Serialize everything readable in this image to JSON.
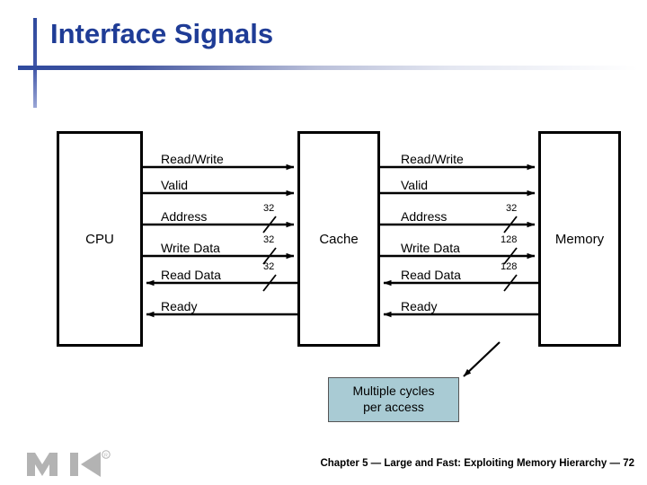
{
  "slide": {
    "title": "Interface Signals",
    "footer": "Chapter 5 — Large and Fast: Exploiting Memory Hierarchy — 72",
    "logo_alt": "mk-logo",
    "accent_color": "#1F3C96",
    "callout_fill": "#A9CBD4"
  },
  "diagram": {
    "units": [
      {
        "id": "cpu",
        "label": "CPU"
      },
      {
        "id": "cache",
        "label": "Cache"
      },
      {
        "id": "memory",
        "label": "Memory"
      }
    ],
    "left_bus": {
      "from": "CPU",
      "to": "Cache",
      "signals": [
        {
          "label": "Read/Write",
          "width": "",
          "direction": "right"
        },
        {
          "label": "Valid",
          "width": "",
          "direction": "right"
        },
        {
          "label": "Address",
          "width": "32",
          "direction": "right"
        },
        {
          "label": "Write Data",
          "width": "32",
          "direction": "right"
        },
        {
          "label": "Read Data",
          "width": "32",
          "direction": "left"
        },
        {
          "label": "Ready",
          "width": "",
          "direction": "left"
        }
      ]
    },
    "right_bus": {
      "from": "Cache",
      "to": "Memory",
      "signals": [
        {
          "label": "Read/Write",
          "width": "",
          "direction": "right"
        },
        {
          "label": "Valid",
          "width": "",
          "direction": "right"
        },
        {
          "label": "Address",
          "width": "32",
          "direction": "right"
        },
        {
          "label": "Write Data",
          "width": "128",
          "direction": "right"
        },
        {
          "label": "Read Data",
          "width": "128",
          "direction": "left"
        },
        {
          "label": "Ready",
          "width": "",
          "direction": "left"
        }
      ]
    },
    "callout": {
      "line1": "Multiple cycles",
      "line2": "per access"
    }
  }
}
